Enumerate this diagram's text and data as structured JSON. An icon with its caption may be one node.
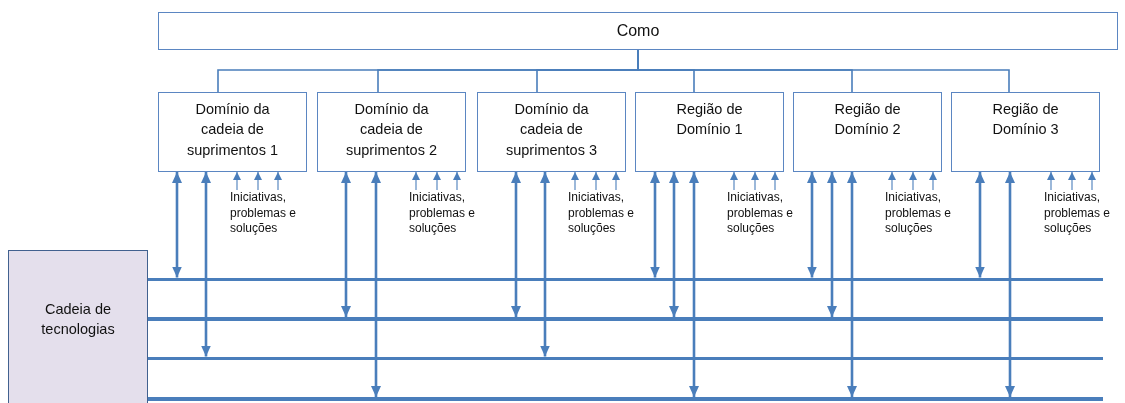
{
  "diagram": {
    "nodes": [
      {
        "text": [
          "Como"
        ]
      },
      {
        "text": [
          "Domínio da cadeia de suprimentos 1"
        ]
      },
      {
        "text": [
          "Domínio da cadeia de suprimentos 2"
        ]
      },
      {
        "text": [
          "Domínio da cadeia de suprimentos 3"
        ]
      },
      {
        "text": [
          "Região de Domínio 1"
        ]
      },
      {
        "text": [
          "Região de Domínio 2"
        ]
      },
      {
        "text": [
          "Região de Domínio 3"
        ]
      },
      {
        "text": [
          "Iniciativas, problemas e soluções"
        ]
      },
      {
        "text": [
          "Iniciativas, problemas e soluções"
        ]
      },
      {
        "text": [
          "Iniciativas, problemas e soluções"
        ]
      },
      {
        "text": [
          "Iniciativas, problemas e soluções"
        ]
      },
      {
        "text": [
          "Iniciativas, problemas e soluções"
        ]
      },
      {
        "text": [
          "Iniciativas, problemas e soluções"
        ]
      },
      {
        "text": [
          "Cadeia de tecnologias"
        ]
      },
      {
        "text": [],
        "shape": "bar"
      },
      {
        "text": [],
        "shape": "bar"
      },
      {
        "text": [],
        "shape": "bar"
      },
      {
        "text": [],
        "shape": "bar"
      }
    ],
    "edges": [
      {
        "from": 0,
        "to": 1,
        "arrow": "none"
      },
      {
        "from": 0,
        "to": 2,
        "arrow": "none"
      },
      {
        "from": 0,
        "to": 3,
        "arrow": "none"
      },
      {
        "from": 0,
        "to": 4,
        "arrow": "none"
      },
      {
        "from": 0,
        "to": 5,
        "arrow": "none"
      },
      {
        "from": 0,
        "to": 6,
        "arrow": "none"
      },
      {
        "from": 7,
        "to": 1,
        "arrow": "to"
      },
      {
        "from": 7,
        "to": 1,
        "arrow": "to"
      },
      {
        "from": 7,
        "to": 1,
        "arrow": "to"
      },
      {
        "from": 8,
        "to": 2,
        "arrow": "to"
      },
      {
        "from": 8,
        "to": 2,
        "arrow": "to"
      },
      {
        "from": 8,
        "to": 2,
        "arrow": "to"
      },
      {
        "from": 9,
        "to": 3,
        "arrow": "to"
      },
      {
        "from": 9,
        "to": 3,
        "arrow": "to"
      },
      {
        "from": 9,
        "to": 3,
        "arrow": "to"
      },
      {
        "from": 10,
        "to": 4,
        "arrow": "to"
      },
      {
        "from": 10,
        "to": 4,
        "arrow": "to"
      },
      {
        "from": 10,
        "to": 4,
        "arrow": "to"
      },
      {
        "from": 11,
        "to": 5,
        "arrow": "to"
      },
      {
        "from": 11,
        "to": 5,
        "arrow": "to"
      },
      {
        "from": 11,
        "to": 5,
        "arrow": "to"
      },
      {
        "from": 12,
        "to": 6,
        "arrow": "to"
      },
      {
        "from": 12,
        "to": 6,
        "arrow": "to"
      },
      {
        "from": 12,
        "to": 6,
        "arrow": "to"
      },
      {
        "from": 1,
        "to": 14,
        "arrow": "both"
      },
      {
        "from": 1,
        "to": 16,
        "arrow": "both"
      },
      {
        "from": 2,
        "to": 15,
        "arrow": "both"
      },
      {
        "from": 2,
        "to": 17,
        "arrow": "both"
      },
      {
        "from": 3,
        "to": 15,
        "arrow": "both"
      },
      {
        "from": 3,
        "to": 16,
        "arrow": "both"
      },
      {
        "from": 4,
        "to": 14,
        "arrow": "both"
      },
      {
        "from": 4,
        "to": 15,
        "arrow": "both"
      },
      {
        "from": 4,
        "to": 17,
        "arrow": "both"
      },
      {
        "from": 5,
        "to": 14,
        "arrow": "both"
      },
      {
        "from": 5,
        "to": 15,
        "arrow": "both"
      },
      {
        "from": 5,
        "to": 17,
        "arrow": "both"
      },
      {
        "from": 6,
        "to": 14,
        "arrow": "both"
      },
      {
        "from": 6,
        "to": 17,
        "arrow": "both"
      }
    ]
  }
}
